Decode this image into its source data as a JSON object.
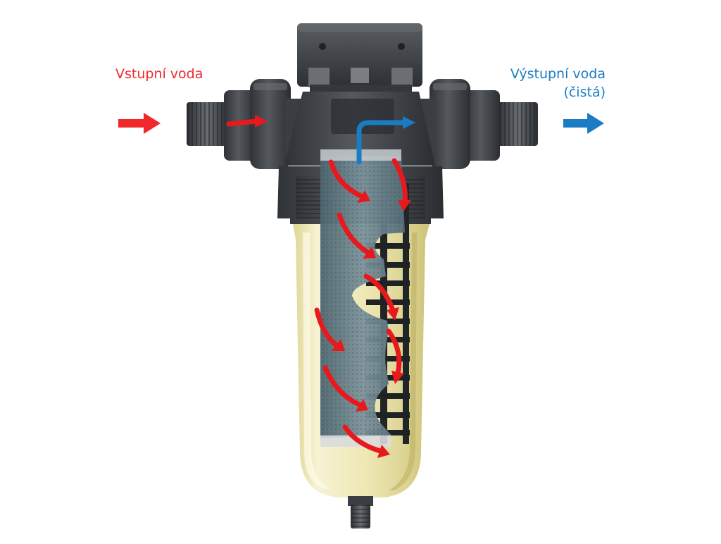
{
  "labels": {
    "inlet": "Vstupní voda",
    "outlet_line1": "Výstupní voda",
    "outlet_line2": "(čistá)"
  },
  "colors": {
    "inlet": "#f0282a",
    "outlet": "#1a7cc4",
    "flow_arrow": "#e8191c",
    "housing": "#3e4145",
    "bowl": "#e9e2a4",
    "mesh": "#5d7580"
  },
  "icons": {
    "inlet_arrow": "arrow-right-icon",
    "outlet_arrow": "arrow-right-icon"
  }
}
